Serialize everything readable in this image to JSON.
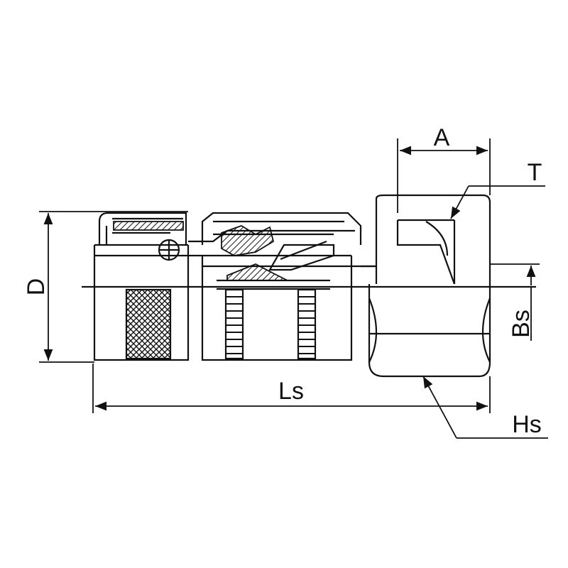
{
  "diagram": {
    "labels": {
      "a": "A",
      "t": "T",
      "d": "D",
      "bs": "Bs",
      "ls": "Ls",
      "hs": "Hs"
    },
    "colors": {
      "stroke": "#111111",
      "background": "#ffffff"
    }
  }
}
